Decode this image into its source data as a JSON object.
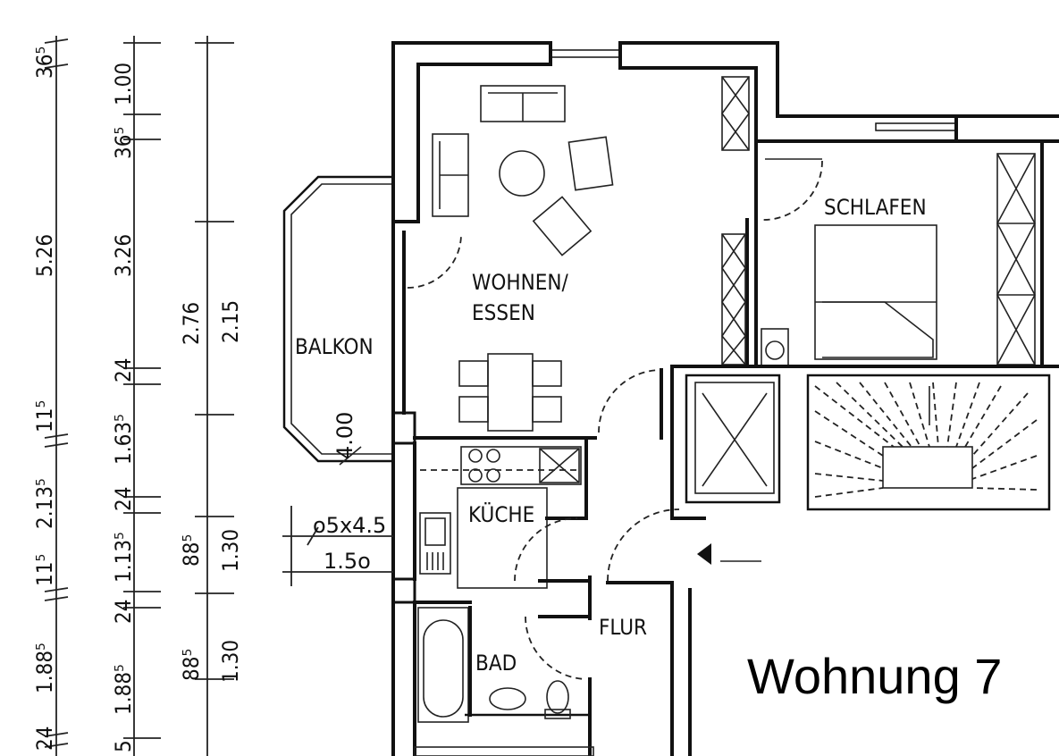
{
  "title": "Wohnung 7",
  "rooms": {
    "wohnen": [
      "WOHNEN/",
      "ESSEN"
    ],
    "schlafen": "SCHLAFEN",
    "balkon": "BALKON",
    "kueche": "KÜCHE",
    "bad": "BAD",
    "flur": "FLUR"
  },
  "annotations": {
    "window_size": "o5x4.5",
    "window_height": "1.5o",
    "balcony_depth": "4.00"
  },
  "dimensions": {
    "col1": [
      "36⁵",
      "5.26",
      "11⁵",
      "2.13⁵",
      "11⁵",
      "1.88⁵",
      "24"
    ],
    "col2": [
      "1.00",
      "36⁵",
      "3.26",
      "24",
      "1.63⁵",
      "24",
      "1.13⁵",
      "24",
      "1.88⁵",
      "5"
    ],
    "col3": [
      "2.76",
      "88⁵",
      "88⁵"
    ],
    "col4": [
      "2.15",
      "1.30",
      "1.30"
    ]
  }
}
